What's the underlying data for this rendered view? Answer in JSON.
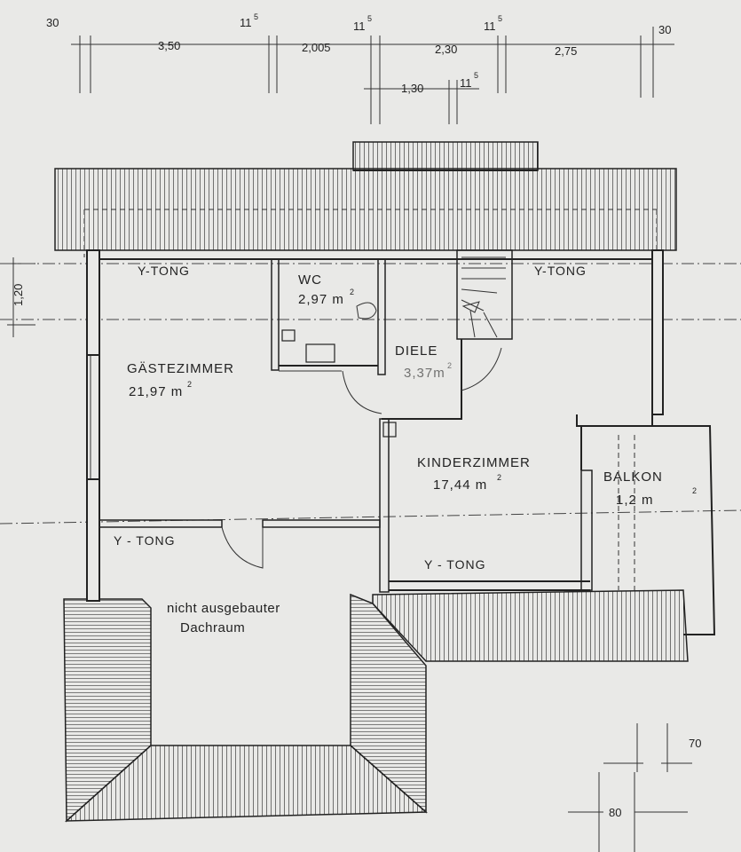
{
  "dimensions": {
    "top": {
      "d1": "30",
      "d2": "3,50",
      "d3": "11",
      "d3_sup": "5",
      "d4": "2,005",
      "d5": "11",
      "d5_sup": "5",
      "d6": "2,30",
      "d7": "11",
      "d7_sup": "5",
      "d8": "2,75",
      "d9": "30"
    },
    "second_row": {
      "d1": "1,30",
      "d2": "11",
      "d2_sup": "5"
    },
    "left": {
      "d1": "1,20"
    },
    "bottom_right": {
      "d1": "70",
      "d2": "80"
    }
  },
  "rooms": {
    "wc": {
      "name": "WC",
      "area": "2,97 m",
      "area_sup": "2"
    },
    "diele": {
      "name": "DIELE",
      "area": "3,37m",
      "area_sup": "2"
    },
    "gaestezimmer": {
      "name": "GÄSTEZIMMER",
      "area": "21,97 m",
      "area_sup": "2"
    },
    "kinderzimmer": {
      "name": "KINDERZIMMER",
      "area": "17,44 m",
      "area_sup": "2"
    },
    "balkon": {
      "name": "BALKON",
      "area": "1,2 m",
      "area_sup": "2"
    },
    "dachraum": {
      "line1": "nicht ausgebauter",
      "line2": "Dachraum"
    }
  },
  "wall_labels": {
    "top_left": "Y-TONG",
    "top_right": "Y-TONG",
    "mid_left": "Y - TONG",
    "kinder_bottom": "Y - TONG"
  },
  "colors": {
    "paper": "#e9e9e7",
    "ink": "#222222"
  }
}
